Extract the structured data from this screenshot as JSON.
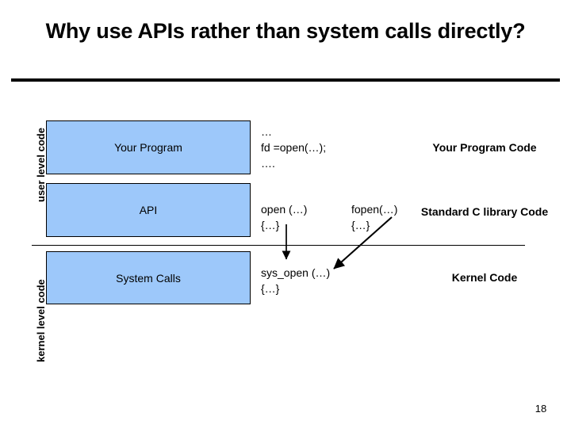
{
  "slide": {
    "title": "Why use APIs rather than system calls directly?",
    "page_number": "18",
    "accent_box_color": "#9DC8FA",
    "border_color": "#000000",
    "background_color": "#FFFFFF"
  },
  "side_labels": {
    "user": "user level code",
    "kernel": "kernel level code"
  },
  "boxes": [
    {
      "label": "Your Program"
    },
    {
      "label": "API"
    },
    {
      "label": "System Calls"
    }
  ],
  "code": {
    "program": "…\nfd =open(…);\n….",
    "open": "open (…)\n{…}",
    "fopen": "fopen(…)\n{…}",
    "sys_open": "sys_open (…)\n{…}"
  },
  "notes": {
    "program": "Your Program Code",
    "c_library": "Standard C library Code",
    "kernel": "Kernel Code"
  },
  "arrows": [
    {
      "name": "open-to-sysopen",
      "kind": "vertical-down"
    },
    {
      "name": "fopen-to-sysopen",
      "kind": "diagonal-down-left"
    }
  ]
}
